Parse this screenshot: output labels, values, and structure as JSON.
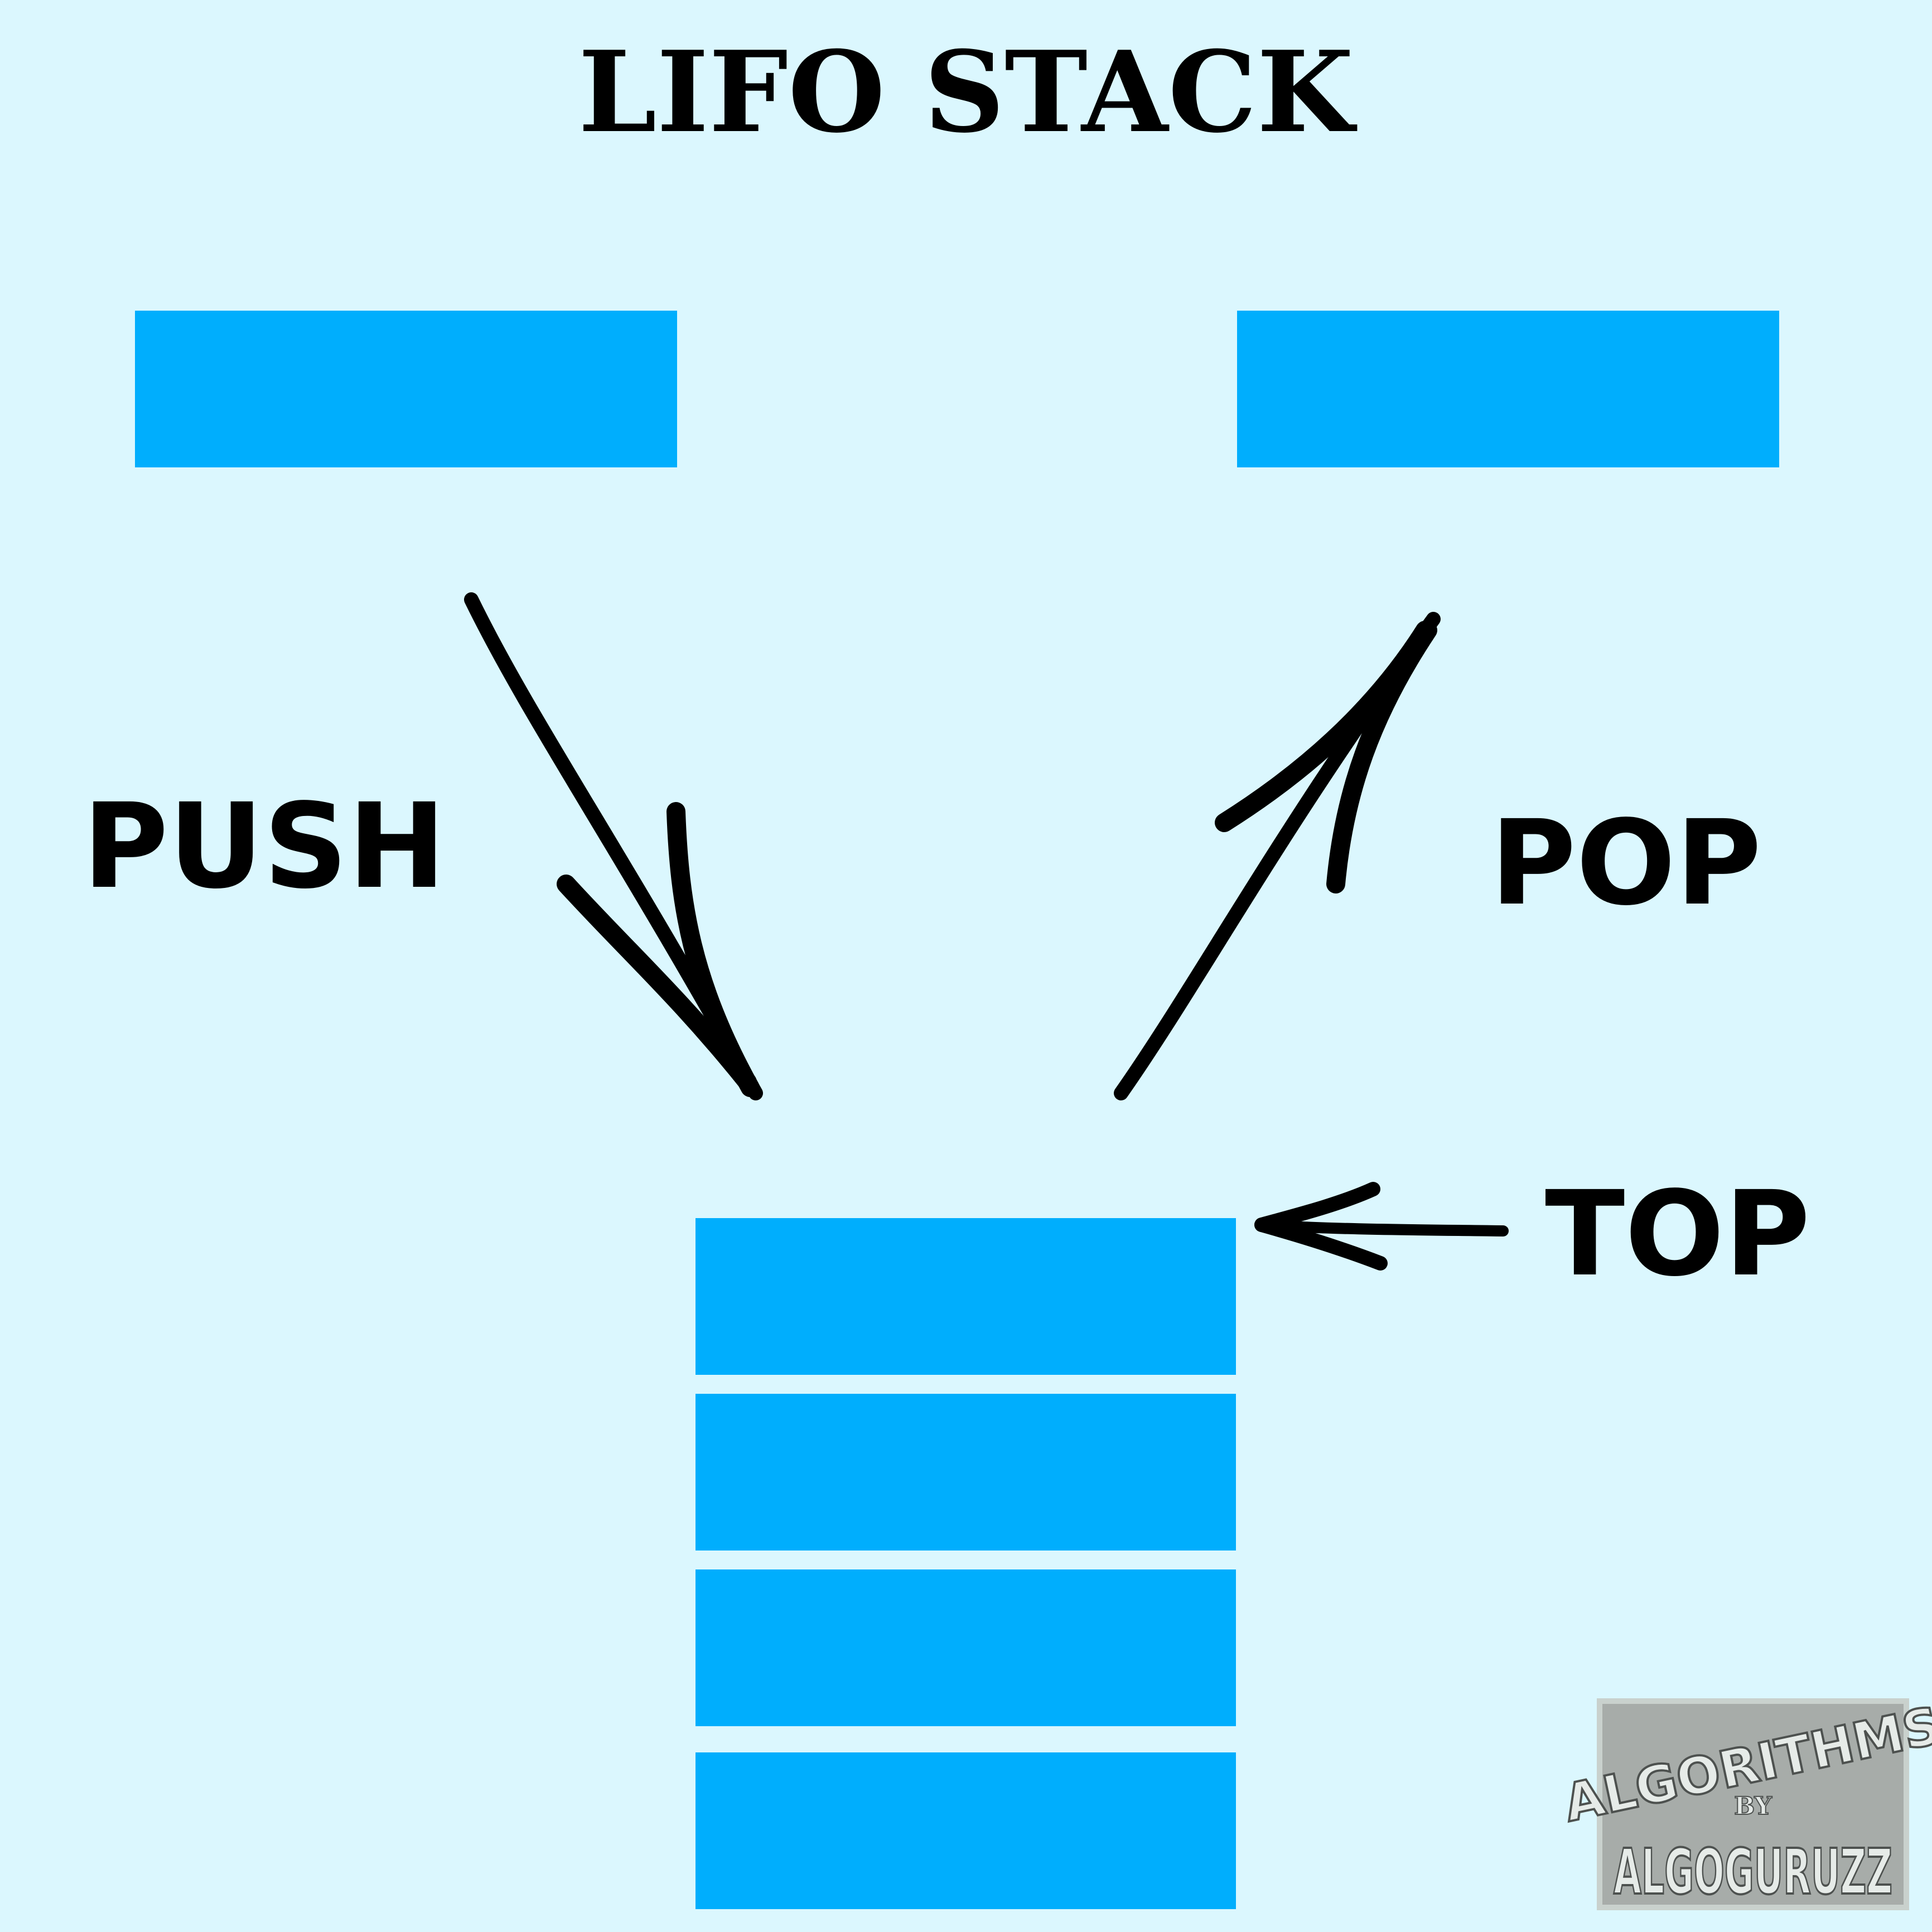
{
  "title": "LIFO STACK",
  "labels": {
    "push": "PUSH",
    "pop": "POP",
    "top": "TOP"
  },
  "stack": {
    "count": 4
  },
  "logo": {
    "line1": "ALGORITHMS",
    "line2": "BY",
    "line3": "ALGOGURUZZ"
  },
  "colors": {
    "background": "#dbf7fe",
    "block": "#00aefd",
    "ink": "#000000",
    "logo_bg": "#a7aca9",
    "logo_border": "#c9d1cd",
    "logo_text": "#e6ebe8"
  }
}
